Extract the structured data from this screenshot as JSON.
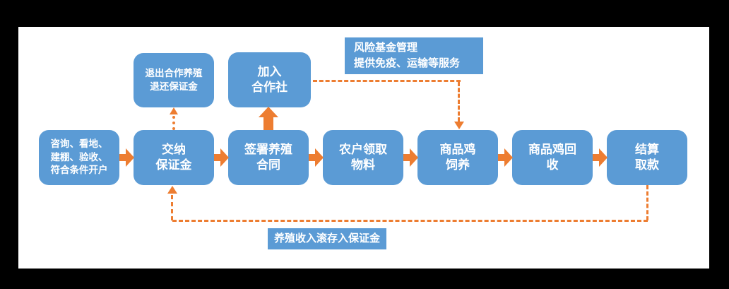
{
  "diagram": {
    "type": "flowchart",
    "colors": {
      "box_fill": "#5B9BD5",
      "connector": "#ED7D31",
      "box_text": "#FFFFFF",
      "frame": "#000000",
      "canvas_bg": "#FFFFFF"
    },
    "steps": [
      {
        "id": "consult",
        "label": "咨询、看地、\n建棚、验收、\n符合条件开户"
      },
      {
        "id": "deposit",
        "label": "交纳\n保证金"
      },
      {
        "id": "contract",
        "label": "签署养殖\n合同"
      },
      {
        "id": "materials",
        "label": "农户领取\n物料"
      },
      {
        "id": "raising",
        "label": "商品鸡\n饲养"
      },
      {
        "id": "recovery",
        "label": "商品鸡回\n收"
      },
      {
        "id": "settle",
        "label": "结算\n取款"
      }
    ],
    "branches": {
      "exit_refund": {
        "label": "退出合作养殖\n退还保证金"
      },
      "join_coop": {
        "label": "加入\n合作社"
      },
      "risk_fund": {
        "label": "风险基金管理\n提供免疫、运输等服务"
      },
      "income_rollover": {
        "label": "养殖收入滚存入保证金"
      }
    }
  }
}
